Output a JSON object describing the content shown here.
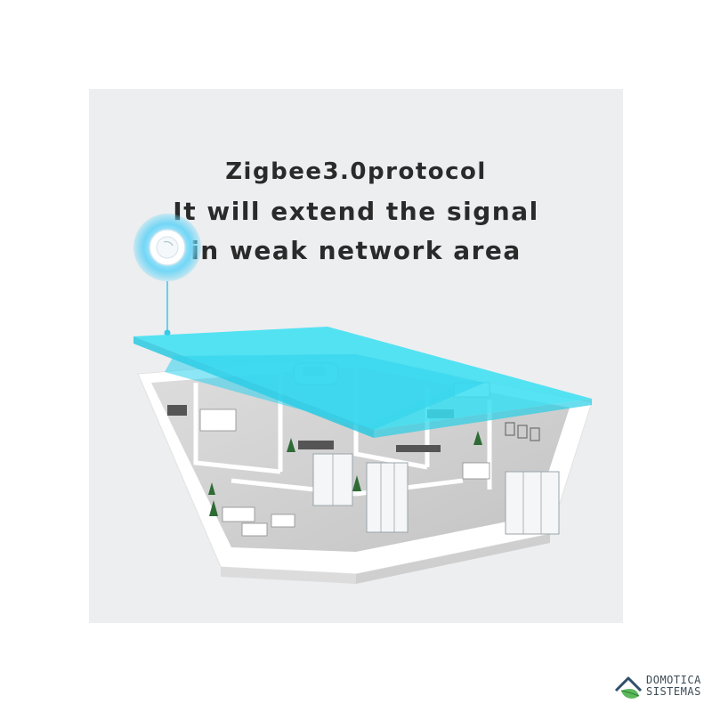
{
  "headline": {
    "line1": "Zigbee3.0protocol",
    "line2": "It will extend the signal",
    "line3": "in weak network area"
  },
  "watermark": {
    "line1": "DOMOTICA",
    "line2": "SISTEMAS",
    "icon": "house-leaf-logo"
  },
  "colors": {
    "signal_plane": "#38dff2",
    "device_glow": "#5fd3f5",
    "panel_background": "#eceef0",
    "text": "#2a2a2a"
  },
  "device_icon": "zigbee-repeater-device"
}
